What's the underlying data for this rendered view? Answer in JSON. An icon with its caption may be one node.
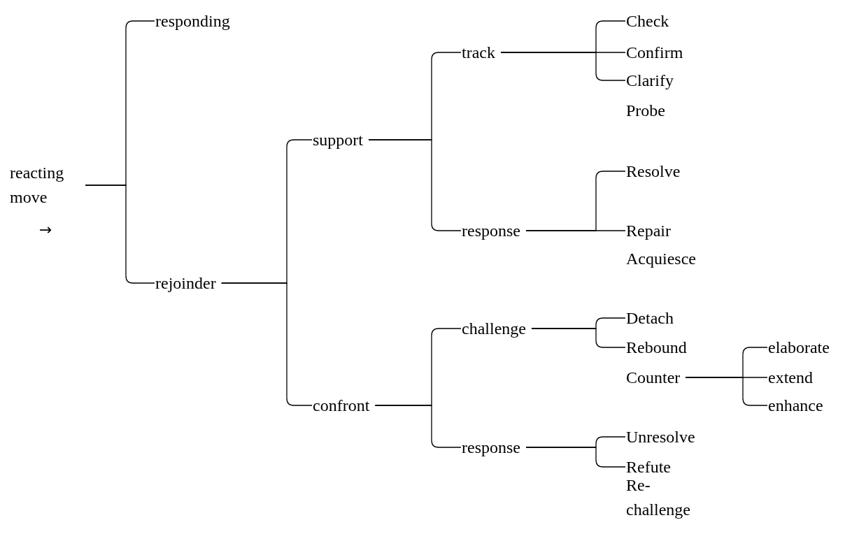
{
  "diagram": {
    "nodes": [
      {
        "text": [
          "reacting move"
        ]
      },
      {
        "text": [
          "responding"
        ]
      },
      {
        "text": [
          "rejoinder"
        ]
      },
      {
        "text": [
          "support"
        ]
      },
      {
        "text": [
          "confront"
        ]
      },
      {
        "text": [
          "track"
        ]
      },
      {
        "text": [
          "response"
        ]
      },
      {
        "text": [
          "challenge"
        ]
      },
      {
        "text": [
          "response"
        ]
      },
      {
        "text": [
          "Check"
        ]
      },
      {
        "text": [
          "Confirm"
        ]
      },
      {
        "text": [
          "Clarify"
        ]
      },
      {
        "text": [
          "Probe"
        ]
      },
      {
        "text": [
          "Resolve"
        ]
      },
      {
        "text": [
          "Repair"
        ]
      },
      {
        "text": [
          "Acquiesce"
        ]
      },
      {
        "text": [
          "Detach"
        ]
      },
      {
        "text": [
          "Rebound"
        ]
      },
      {
        "text": [
          "Counter"
        ]
      },
      {
        "text": [
          "elaborate"
        ]
      },
      {
        "text": [
          "extend"
        ]
      },
      {
        "text": [
          "enhance"
        ]
      },
      {
        "text": [
          "Unresolve"
        ]
      },
      {
        "text": [
          "Refute"
        ]
      },
      {
        "text": [
          "Re- challenge"
        ]
      }
    ],
    "edges": [
      {
        "from": 0,
        "to": 1,
        "arrow": "none"
      },
      {
        "from": 0,
        "to": 2,
        "arrow": "none"
      },
      {
        "from": 2,
        "to": 3,
        "arrow": "none"
      },
      {
        "from": 2,
        "to": 4,
        "arrow": "none"
      },
      {
        "from": 3,
        "to": 5,
        "arrow": "none"
      },
      {
        "from": 3,
        "to": 6,
        "arrow": "none"
      },
      {
        "from": 4,
        "to": 7,
        "arrow": "none"
      },
      {
        "from": 4,
        "to": 8,
        "arrow": "none"
      },
      {
        "from": 5,
        "to": 9,
        "arrow": "none"
      },
      {
        "from": 5,
        "to": 10,
        "arrow": "none"
      },
      {
        "from": 5,
        "to": 11,
        "arrow": "none"
      },
      {
        "from": 6,
        "to": 13,
        "arrow": "none"
      },
      {
        "from": 6,
        "to": 14,
        "arrow": "none"
      },
      {
        "from": 7,
        "to": 16,
        "arrow": "none"
      },
      {
        "from": 7,
        "to": 17,
        "arrow": "none"
      },
      {
        "from": 18,
        "to": 19,
        "arrow": "none"
      },
      {
        "from": 18,
        "to": 20,
        "arrow": "none"
      },
      {
        "from": 18,
        "to": 21,
        "arrow": "none"
      },
      {
        "from": 8,
        "to": 22,
        "arrow": "none"
      },
      {
        "from": 8,
        "to": 23,
        "arrow": "none"
      }
    ],
    "labels": [
      "→"
    ]
  }
}
